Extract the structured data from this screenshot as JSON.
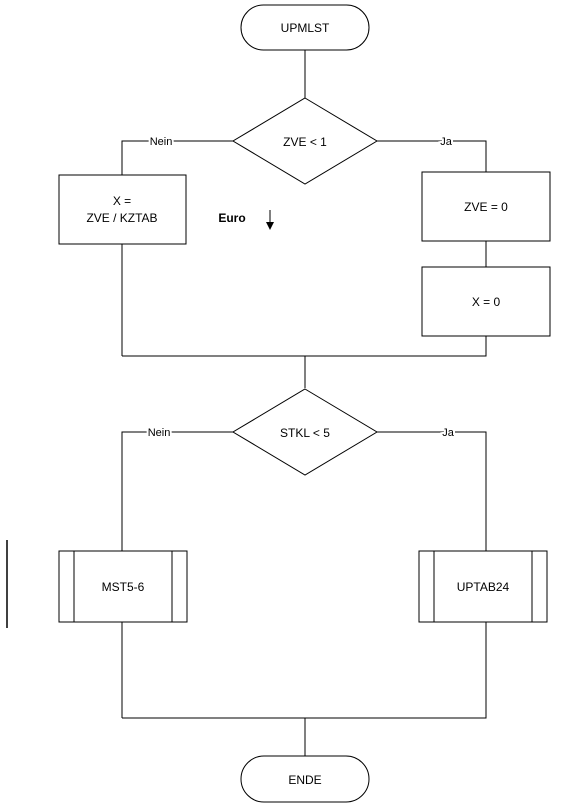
{
  "flowchart": {
    "start": "UPMLST",
    "end": "ENDE",
    "decision1": {
      "condition": "ZVE < 1",
      "no_label": "Nein",
      "yes_label": "Ja",
      "no_branch": {
        "line1": "X =",
        "line2": "ZVE / KZTAB"
      },
      "yes_branch": [
        "ZVE = 0",
        "X = 0"
      ]
    },
    "annotation": "Euro",
    "decision2": {
      "condition": "STKL < 5",
      "no_label": "Nein",
      "yes_label": "Ja",
      "no_branch": "MST5-6",
      "yes_branch": "UPTAB24"
    }
  }
}
